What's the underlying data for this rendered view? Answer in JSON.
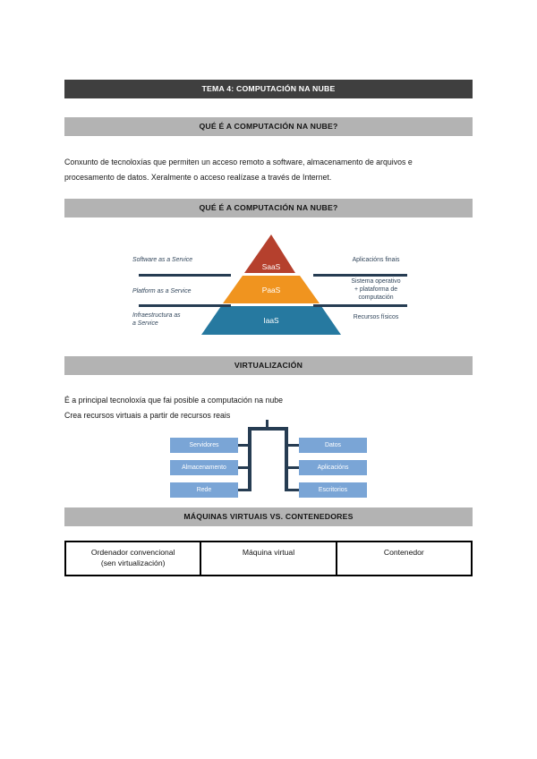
{
  "colors": {
    "title_bar_bg": "#3f3f3f",
    "section_bar_bg": "#b3b3b3",
    "saas_red": "#b5402d",
    "paas_orange": "#f0941f",
    "iaas_blue": "#2679a0",
    "connector_navy": "#263c52",
    "box_blue": "#7aa5d6",
    "side_caption_navy": "#33475c"
  },
  "header": {
    "title": "TEMA 4: COMPUTACIÓN NA NUBE"
  },
  "section1": {
    "heading": "QUÉ É A COMPUTACIÓN NA NUBE?",
    "body": "Conxunto de tecnoloxías que permiten un acceso remoto a software, almacenamento de arquivos e\nprocesamento de datos. Xeralmente o acceso realízase a través de Internet."
  },
  "section2": {
    "heading": "QUÉ É A COMPUTACIÓN NA NUBE?",
    "pyramid": {
      "levels": [
        {
          "label": "SaaS",
          "left_caption": "Software as a Service",
          "right_caption": "Aplicacións finais",
          "color": "#b5402d"
        },
        {
          "label": "PaaS",
          "left_caption": "Platform as a Service",
          "right_caption": "Sistema operativo\n+ plataforma de\ncomputación",
          "color": "#f0941f"
        },
        {
          "label": "IaaS",
          "left_caption": "Infraestructura as\na Service",
          "right_caption": "Recursos físicos",
          "color": "#2679a0"
        }
      ]
    }
  },
  "section3": {
    "heading": "VIRTUALIZACIÓN",
    "body": "É a principal tecnoloxía que fai posible a computación na nube\nCrea recursos virtuais a partir de recursos reais",
    "diagram": {
      "left_boxes": [
        "Servidores",
        "Almacenamento",
        "Rede"
      ],
      "right_boxes": [
        "Datos",
        "Aplicacións",
        "Escritorios"
      ]
    }
  },
  "section4": {
    "heading": "MÁQUINAS VIRTUAIS VS. CONTENEDORES",
    "table_columns": [
      "Ordenador convencional\n(sen virtualización)",
      "Máquina virtual",
      "Contenedor"
    ]
  }
}
